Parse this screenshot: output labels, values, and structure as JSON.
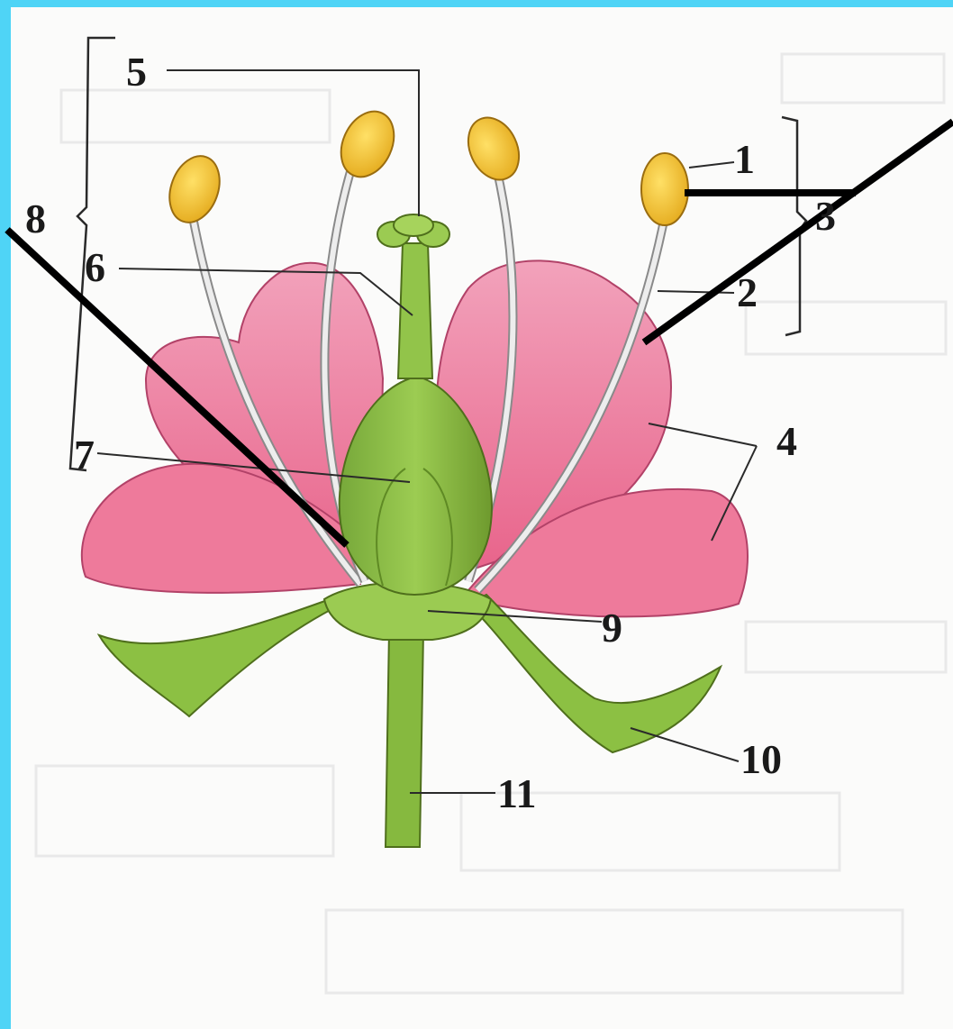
{
  "diagram": {
    "labels": {
      "l1": "1",
      "l2": "2",
      "l3": "3",
      "l4": "4",
      "l5": "5",
      "l6": "6",
      "l7": "7",
      "l8": "8",
      "l9": "9",
      "l10": "10",
      "l11": "11"
    }
  },
  "colors": {
    "frame": "#4fd4f6",
    "petal": "#ec6f93",
    "petal_light": "#f49ab5",
    "green": "#8cc043",
    "green_dark": "#6e9a2e",
    "anther": "#f2c222",
    "filament": "#d8d8d8"
  }
}
